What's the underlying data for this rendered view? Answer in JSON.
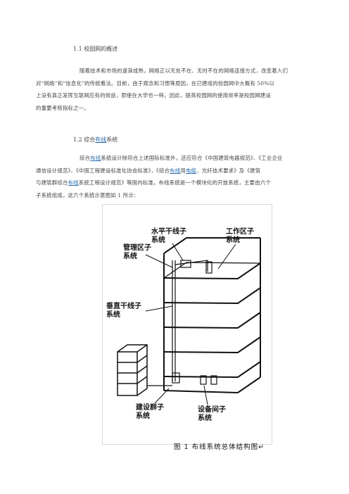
{
  "section1": {
    "heading": "1.1 校园网的概述",
    "lines": [
      "随着技术和市场的逐渐成熟，网络正以无处不在、无时不在的网络连接方式，改变着人们",
      "对“网络”和“信息化”的传统看法。目前，由于观念和习惯等原因，在已建成的校园网中大概有 50%以",
      "上没有真正发挥互联网应有的效益，即使在大学也一样。因此，提高校园网的使用效率是校园网建设",
      "的重要考核指标之一。"
    ]
  },
  "section2": {
    "heading_pre": "1.2 综合",
    "heading_link": "布线",
    "heading_post": "系统",
    "line1_pre": "综合",
    "line1_link": "布线",
    "line1_post": "系统设计除符合上述国际标准外，还应符合《中国建筑电器规范》、《工业企业",
    "line2": "通信设计规范》、《中国工程建设标准化协会标准》，《综合",
    "line2_link1": "布线",
    "line2_mid": "用",
    "line2_link2": "电缆",
    "line2_post": "、光纤技术要求》及《建筑",
    "line3_pre": "与建筑群综合",
    "line3_link": "布线",
    "line3_post": "系统工程设计规范》等国内标准。布线系统是一个模块化的开放系统，主要由六个",
    "line4": "子系统组成，这六个系统示意图如 1 所示："
  },
  "figure": {
    "label_horizontal": [
      "水平干线子",
      "系统"
    ],
    "label_work_area": [
      "工作区子",
      "系统"
    ],
    "label_admin": [
      "管理区子",
      "系统"
    ],
    "label_vertical": [
      "垂直干线子",
      "系统"
    ],
    "label_campus": [
      "建设群子",
      "系统"
    ],
    "label_equipment": [
      "设备间子",
      "系统"
    ],
    "caption": "图 1  布线系统总体结构图↵"
  }
}
